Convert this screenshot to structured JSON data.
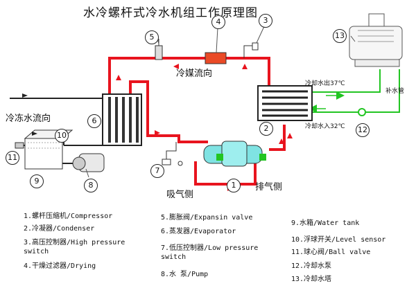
{
  "title": "水冷螺杆式冷水机组工作原理图",
  "labels": {
    "refrigerant_flow": "冷媒流向",
    "chilled_water_flow": "冷冻水流向",
    "suction_side": "吸气侧",
    "discharge_side": "排气侧",
    "cooling_water_out": "冷却水出37℃",
    "cooling_water_in": "冷却水入32℃",
    "makeup_water": "补水管"
  },
  "callouts": [
    "1",
    "2",
    "3",
    "4",
    "5",
    "6",
    "7",
    "8",
    "9",
    "10",
    "11",
    "12",
    "13"
  ],
  "legend": [
    {
      "text": "1.螺杆压缩机/Compressor"
    },
    {
      "text": "2.冷凝器/Condenser"
    },
    {
      "text": "3.高压控制器/High pressure",
      "cont": "switch"
    },
    {
      "text": "4.干燥过滤器/Drying"
    },
    {
      "text": "5.膨胀阀/Expansin valve"
    },
    {
      "text": "6.蒸发器/Evaporator"
    },
    {
      "text": "7.低压控制器/Low pressure",
      "cont": "switch"
    },
    {
      "text": "8.水 泵/Pump"
    },
    {
      "text": "9.水箱/Water tank"
    },
    {
      "text": "10.浮球开关/Level sensor"
    },
    {
      "text": "11.球心阀/Ball valve"
    },
    {
      "text": "12.冷却水泵"
    },
    {
      "text": "13.冷却水塔"
    }
  ],
  "colors": {
    "refrigerant": "#e8141e",
    "cooling_water": "#22c522",
    "chilled_water": "#111111",
    "compressor": "#7fe3e3"
  }
}
